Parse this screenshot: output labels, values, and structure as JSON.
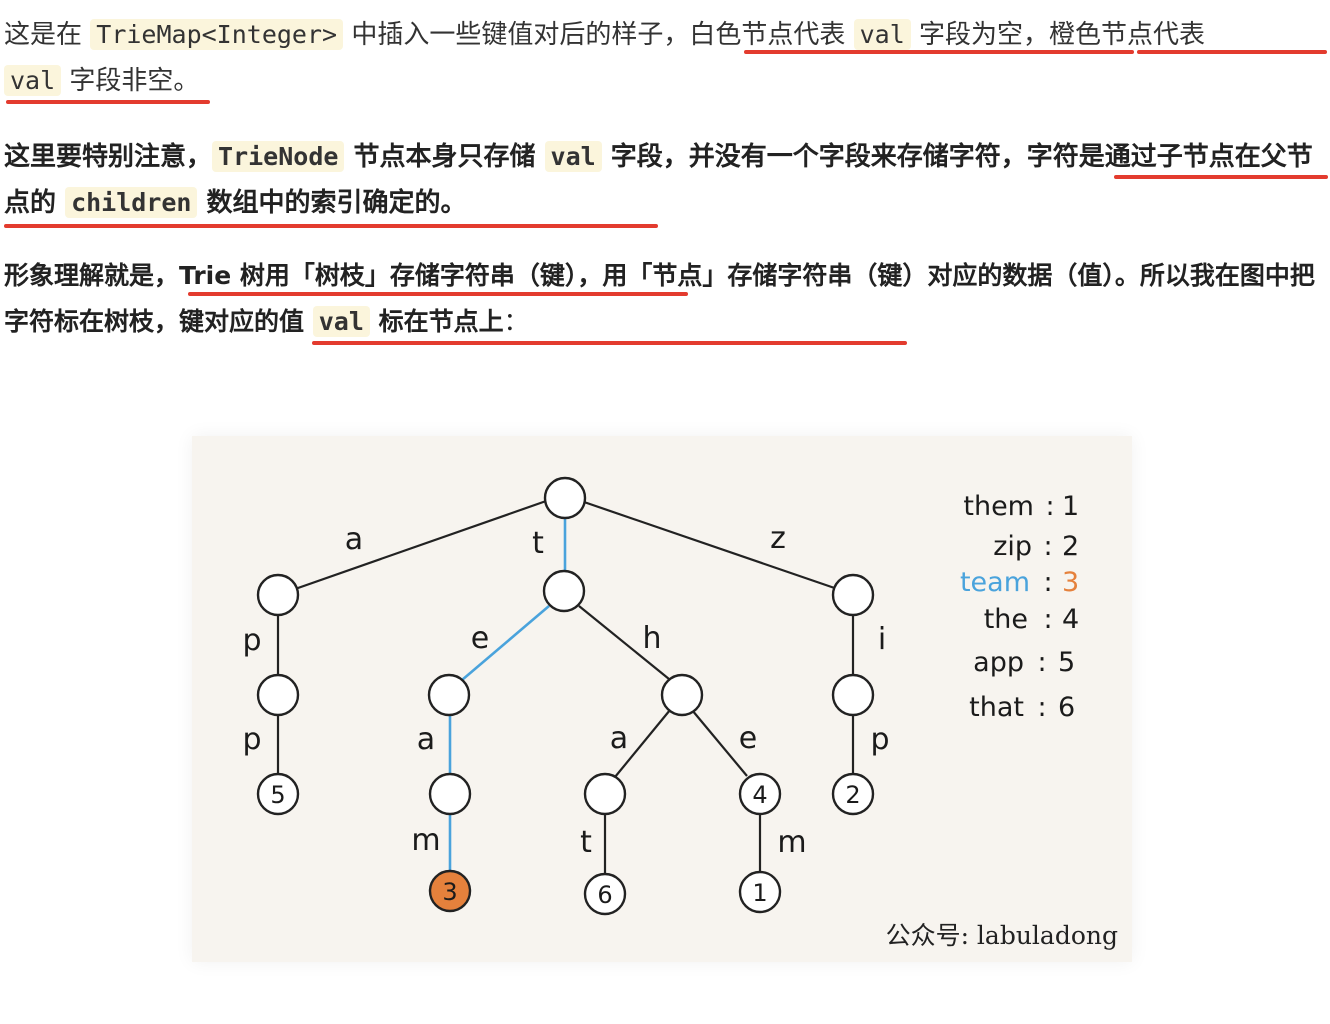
{
  "paragraph1": {
    "s1": "这是在 ",
    "code1": "TrieMap<Integer>",
    "s2": " 中插入一些键值对后的样子，",
    "s3": "白色节点代表 ",
    "code2": "val",
    "s4": " 字段为空，",
    "s5": "橙色节点代表 ",
    "code3": "val",
    "s6": " 字段非空。"
  },
  "paragraph2": {
    "s1": "这里要特别注意，",
    "code1": "TrieNode",
    "s2": " 节点本身只存储 ",
    "code2": "val",
    "s3": " 字段，并没有一个字段来存储字符，",
    "s4": "字符是通过子节点在父节点的 ",
    "code3": "children",
    "s5": " 数组中的索引确定的。"
  },
  "paragraph3": {
    "s1": "形象理解就是，",
    "s2": "Trie 树用「树枝」存储字符串（键），",
    "s3": "用「节点」存储字符串（键）对应的数据（值）。所以我在图中把",
    "s4": "字符标在树枝，键对应的值 ",
    "code1": "val",
    "s5": " 标在节点上",
    "s6": "："
  },
  "figure": {
    "colors": {
      "highlight_edge": "#4aa3dc",
      "filled_node": "#e5813c",
      "underline": "#e33b2e",
      "legend_highlight_key": "#4aa3dc",
      "legend_highlight_val": "#e5813c"
    },
    "edge_labels": [
      "a",
      "t",
      "z",
      "p",
      "e",
      "h",
      "i",
      "p",
      "a",
      "a",
      "e",
      "p",
      "m",
      "t",
      "m"
    ],
    "node_values": [
      "5",
      "3",
      "6",
      "4",
      "1",
      "2"
    ],
    "legend": [
      {
        "key": "them",
        "value": "1"
      },
      {
        "key": "zip",
        "value": "2"
      },
      {
        "key": "team",
        "value": "3",
        "highlight": true
      },
      {
        "key": "the",
        "value": "4"
      },
      {
        "key": "app",
        "value": "5"
      },
      {
        "key": "that",
        "value": "6"
      }
    ],
    "legend_separator": ":",
    "watermark": "公众号: labuladong"
  }
}
